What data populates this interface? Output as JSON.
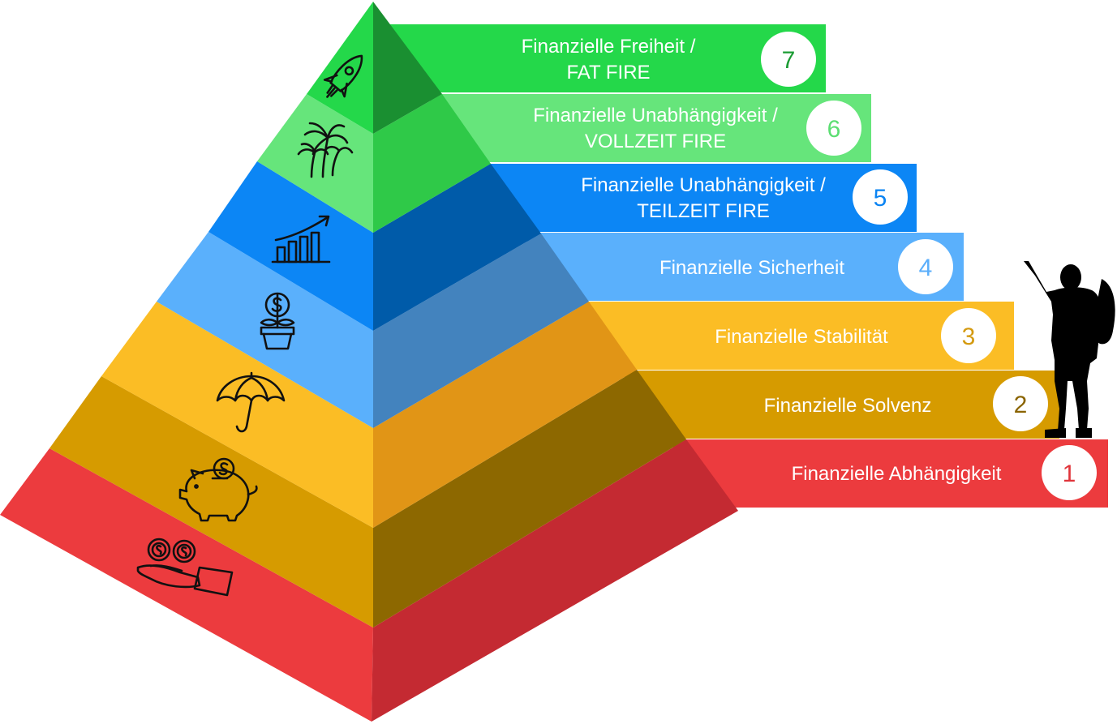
{
  "levels": [
    {
      "number": "1",
      "line1": "Finanzielle Abhängigkeit",
      "line2": "",
      "icon": "hand-coins-icon",
      "color": "#ec3b3e",
      "dark": "#c42a32",
      "num_color": "#e0343a"
    },
    {
      "number": "2",
      "line1": "Finanzielle Solvenz",
      "line2": "",
      "icon": "piggy-bank-icon",
      "color": "#d69b00",
      "dark": "#8d6800",
      "num_color": "#8a6400"
    },
    {
      "number": "3",
      "line1": "Finanzielle Stabilität",
      "line2": "",
      "icon": "umbrella-icon",
      "color": "#fbbd25",
      "dark": "#e19516",
      "num_color": "#d49a10"
    },
    {
      "number": "4",
      "line1": "Finanzielle Sicherheit",
      "line2": "",
      "icon": "money-plant-icon",
      "color": "#5ab0fc",
      "dark": "#4383be",
      "num_color": "#5aaefb"
    },
    {
      "number": "5",
      "line1": "Finanzielle Unabhängigkeit /",
      "line2": "TEILZEIT FIRE",
      "icon": "growth-chart-icon",
      "color": "#0c86f5",
      "dark": "#005ba9",
      "num_color": "#0b84f3"
    },
    {
      "number": "6",
      "line1": "Finanzielle Unabhängigkeit /",
      "line2": "VOLLZEIT FIRE",
      "icon": "palm-trees-icon",
      "color": "#66e57b",
      "dark": "#2fc948",
      "num_color": "#5bde72"
    },
    {
      "number": "7",
      "line1": "Finanzielle Freiheit /",
      "line2": "FAT FIRE",
      "icon": "rocket-icon",
      "color": "#24d84a",
      "dark": "#1a8f31",
      "num_color": "#1c9c34"
    }
  ],
  "figure": {
    "icon": "hiker-silhouette-icon",
    "color": "#000000"
  }
}
